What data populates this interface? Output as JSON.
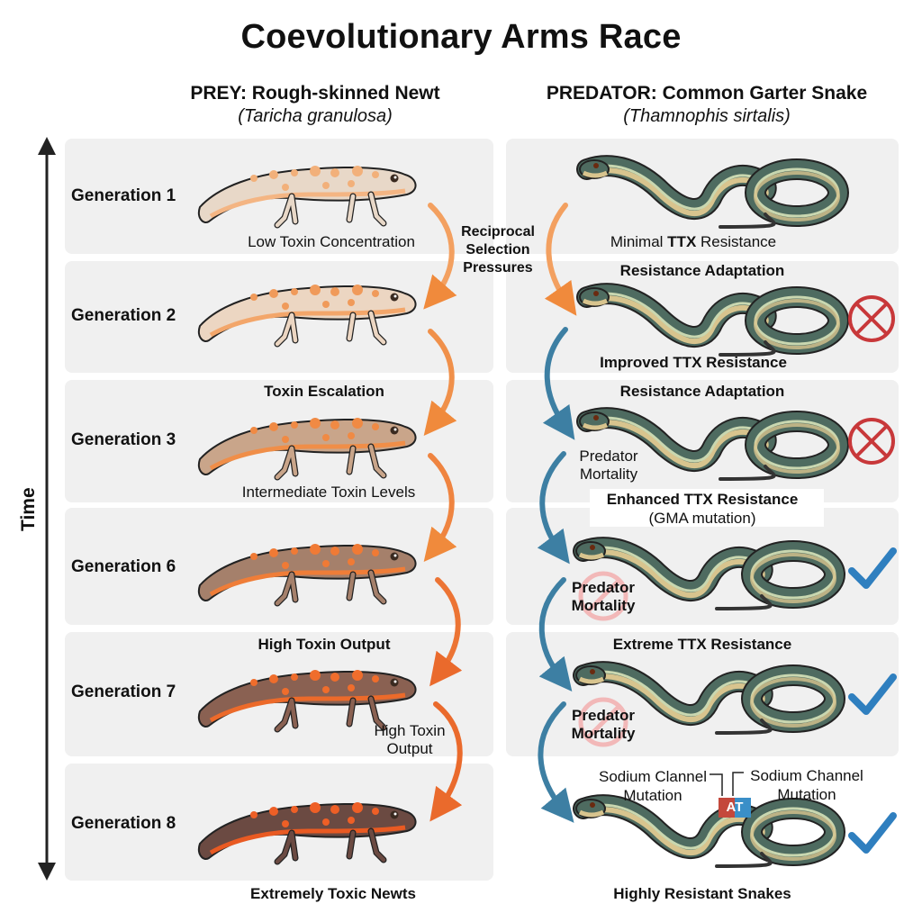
{
  "title": "Coevolutionary Arms Race",
  "prey": {
    "heading": "PREY: Rough-skinned Newt",
    "species": "(Taricha granulosa)",
    "rows": [
      {
        "generation": "Generation 1",
        "above": "",
        "below": "Low Toxin Concentration",
        "body": "#e8d8c8",
        "spot": "#f2b07a",
        "belly": "#f4b583"
      },
      {
        "generation": "Generation 2",
        "above": "",
        "below": "",
        "body": "#ecd6c2",
        "spot": "#f09a5a",
        "belly": "#f3a66a"
      },
      {
        "generation": "Generation 3",
        "above": "Toxin Escalation",
        "below": "Intermediate Toxin Levels",
        "body": "#c9a58a",
        "spot": "#f08a44",
        "belly": "#f08e48"
      },
      {
        "generation": "Generation 6",
        "above": "",
        "below": "",
        "body": "#a5806b",
        "spot": "#f07a35",
        "belly": "#ef7d38"
      },
      {
        "generation": "Generation 7",
        "above": "High Toxin Output",
        "below": "",
        "side_note": "High Toxin\nOutput",
        "body": "#8a6152",
        "spot": "#ef6d2c",
        "belly": "#ec6a2a"
      },
      {
        "generation": "Generation 8",
        "above": "",
        "below": "",
        "body": "#6b4a42",
        "spot": "#ee5f26",
        "belly": "#e95a22"
      }
    ],
    "footer": "Extremely Toxic Newts"
  },
  "middle_label": "Reciprocal\nSelection\nPressures",
  "predator": {
    "heading": "PREDATOR: Common Garter Snake",
    "species": "(Thamnophis sirtalis)",
    "rows": [
      {
        "above": "",
        "below_pre": "Minimal ",
        "below_bold": "TTX",
        "below_post": " Resistance",
        "status": "none",
        "note": ""
      },
      {
        "above": "Resistance Adaptation",
        "below_bold": "Improved TTX Resistance",
        "status": "fail",
        "note": ""
      },
      {
        "above": "Resistance Adaptation",
        "below_bold": "Enhanced TTX Resistance",
        "below_sub": "(GMA mutation)",
        "status": "fail",
        "note": "Predator\nMortality"
      },
      {
        "above": "",
        "below_bold": "",
        "status": "success",
        "note": "Predator\nMortality"
      },
      {
        "above": "Extreme TTX Resistance",
        "below_bold": "",
        "status": "success",
        "note": "Predator\nMortality"
      },
      {
        "above": "",
        "status": "success",
        "mutation_left": "Sodium Clannel\nMutation",
        "mutation_right": "Sodium Channel\nMutation",
        "mutation_code": "AT"
      }
    ],
    "footer": "Highly Resistant Snakes"
  },
  "axis": {
    "label": "Time"
  },
  "colors": {
    "panel": "#f0f0f0",
    "prey_arrow": "#f08a3c",
    "predator_arrow": "#3d7fa3",
    "fail_icon": "#c8383a",
    "success_icon": "#2f7fbf",
    "snake_body": "#4e6b60",
    "snake_stripe": "#c9d7b0",
    "snake_belly": "#d8c48e"
  }
}
